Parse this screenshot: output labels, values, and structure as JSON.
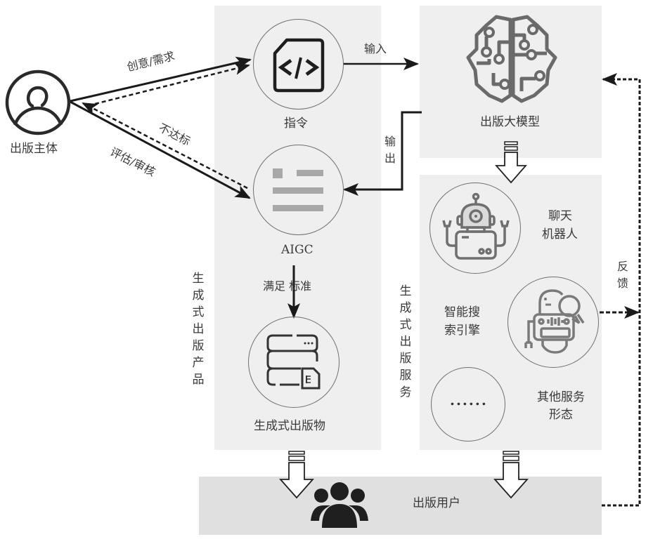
{
  "diagram": {
    "subject": {
      "label": "出版主体",
      "icon": "user-circle-icon"
    },
    "edges": {
      "idea_demand": "创意/需求",
      "not_up_to_standard": "不达标",
      "evaluate_review": "评估/审核",
      "input": "输入",
      "output": "输出",
      "meets_standard": "满足 标准",
      "feedback": "反馈"
    },
    "product_panel": {
      "title": "生成式出版产品",
      "nodes": [
        {
          "label": "指令",
          "icon": "code-file-icon"
        },
        {
          "label": "AIGC",
          "icon": "text-lines-icon"
        },
        {
          "label": "生成式出版物",
          "icon": "server-document-icon"
        }
      ]
    },
    "model_panel": {
      "label": "出版大模型",
      "icon": "circuit-brain-icon"
    },
    "service_panel": {
      "title": "生成式出版服务",
      "nodes": [
        {
          "label": "聊天机器人",
          "line1": "聊天",
          "line2": "机器人",
          "icon": "robot-icon"
        },
        {
          "label": "智能搜索引擎",
          "line1": "智能搜",
          "line2": "索引擎",
          "icon": "search-robot-icon"
        },
        {
          "label": "其他服务形态",
          "line1": "其他服务",
          "line2": "形态",
          "icon_text": "......"
        }
      ]
    },
    "users_bar": {
      "label": "出版用户",
      "icon": "users-group-icon"
    }
  }
}
